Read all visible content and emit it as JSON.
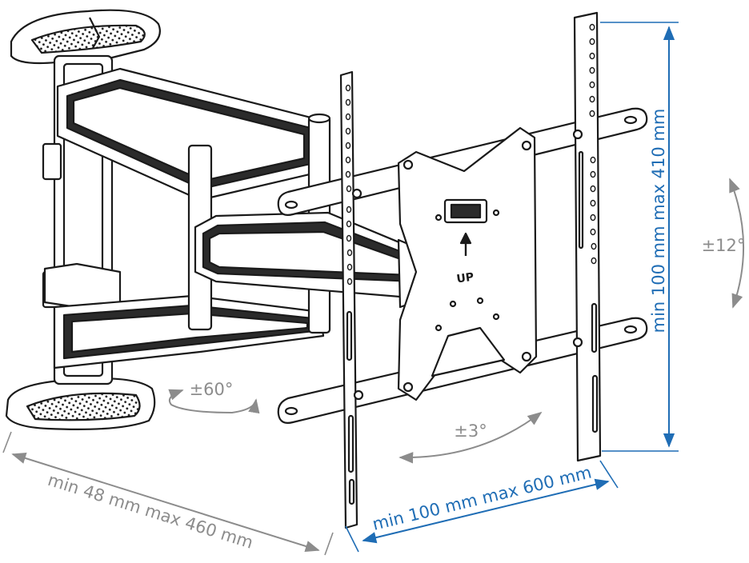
{
  "figure": {
    "rotation_label": "±60°",
    "tilt_label": "±3°",
    "swivel_label": "±12°",
    "arm_extension_label": "min 48 mm max 460 mm",
    "horizontal_spacing_label": "min 100 mm max 600 mm",
    "vertical_spacing_label": "min 100 mm max 410 mm",
    "plate_marking": "UP"
  },
  "colors": {
    "line": "#1a1a1a",
    "dimension_gray": "#8c8c8c",
    "dimension_blue": "#1f6db5",
    "part_fill": "#ffffff",
    "part_shade": "#2b2b2b"
  },
  "icons": [
    "arrow-up-icon"
  ]
}
